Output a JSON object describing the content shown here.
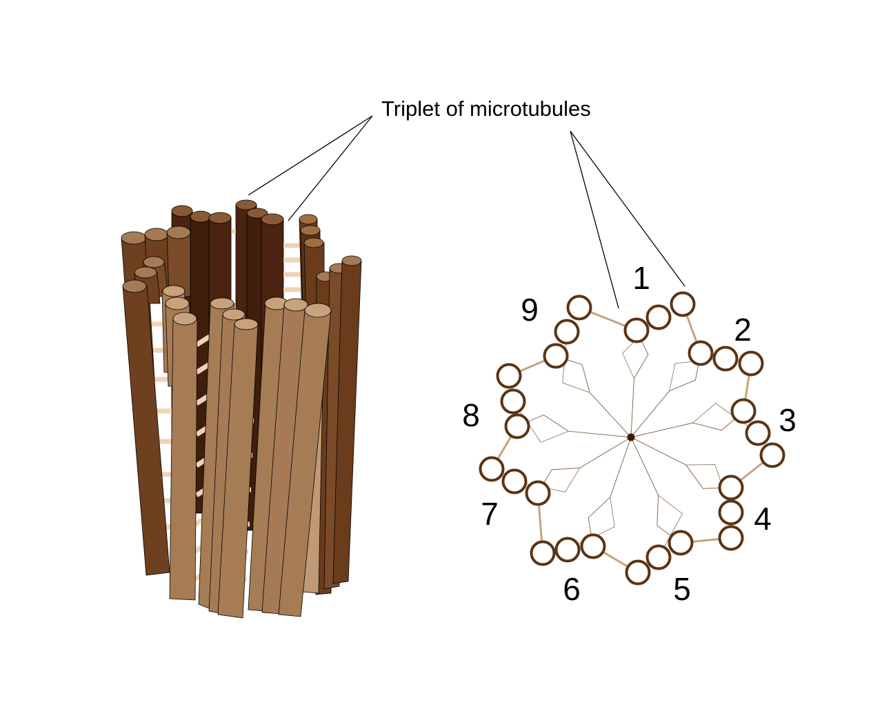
{
  "labels": {
    "triplet": "Triplet of microtubules"
  },
  "triplet_numbers": [
    "1",
    "2",
    "3",
    "4",
    "5",
    "6",
    "7",
    "8",
    "9"
  ],
  "colors": {
    "dark_tube": "#4a2410",
    "mid_tube": "#7a4b29",
    "light_tube": "#a67c55",
    "pale_tube": "#c09a74",
    "link": "#f0d3b4",
    "ring_stroke": "#5a3414",
    "spoke": "#8a6a50",
    "outer_link": "#c4a37d",
    "hub": "#3a1a0a"
  },
  "icons": {
    "cylinder": "centriole-3d-cylinder",
    "cross_section": "centriole-cross-section"
  }
}
